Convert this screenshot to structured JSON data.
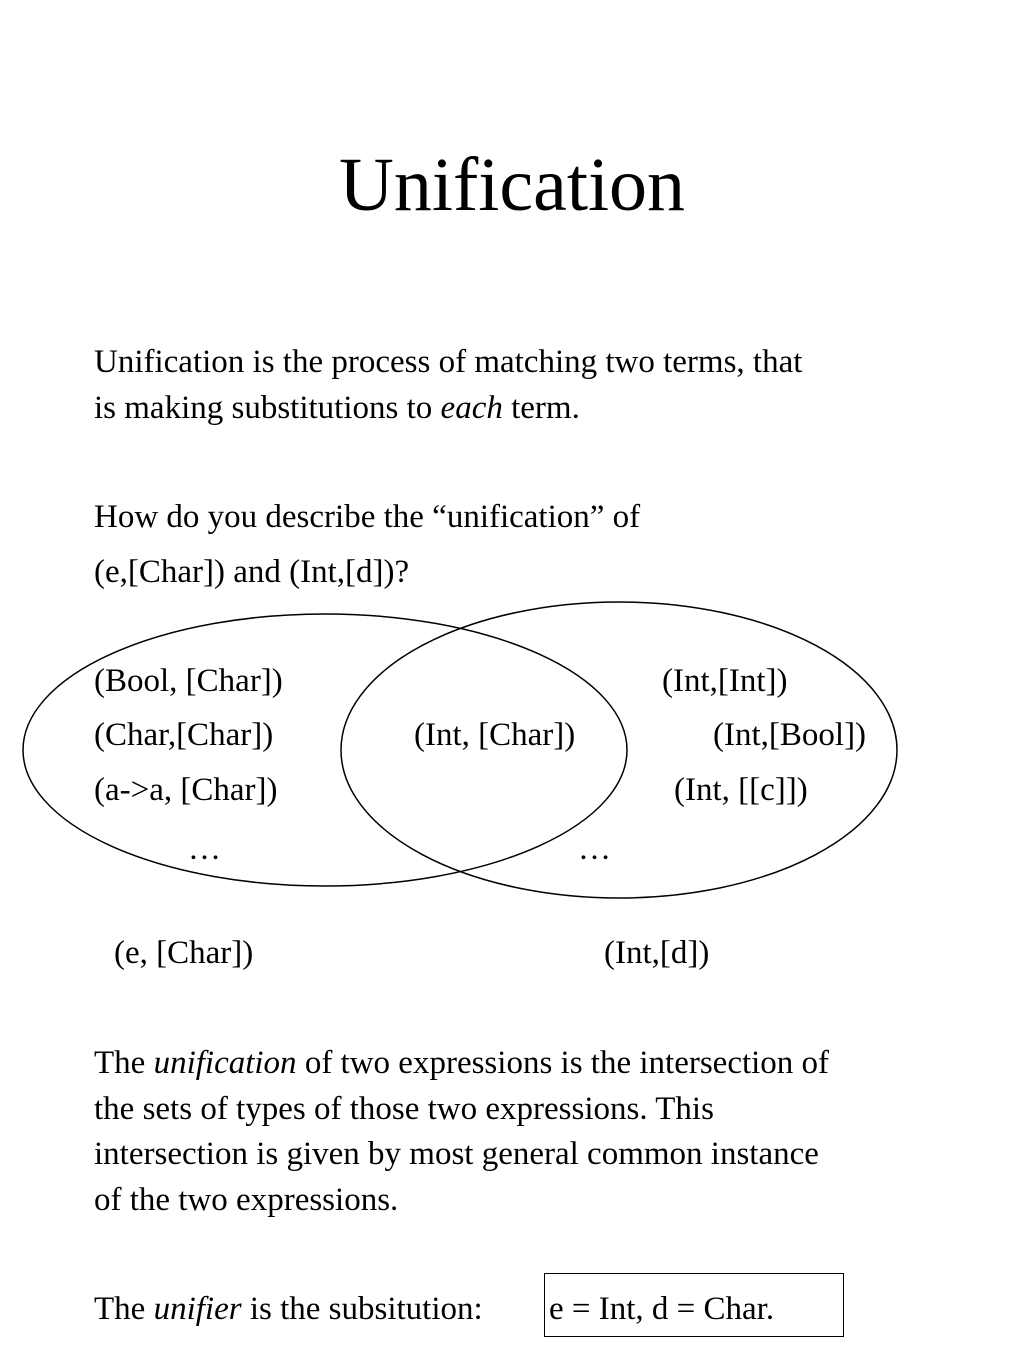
{
  "title": "Unification",
  "intro": {
    "line1": "Unification is the process of matching two terms, that",
    "line2_before": "is making substitutions to ",
    "line2_em": "each",
    "line2_after": " term."
  },
  "question": {
    "line1": "How do you describe the “unification” of",
    "line2": "(e,[Char]) and (Int,[d])?"
  },
  "venn": {
    "left_only": [
      "(Bool, [Char])",
      "(Char,[Char])",
      "(a->a, [Char])",
      "…"
    ],
    "intersection": "(Int, [Char])",
    "right_only": [
      "(Int,[Int])",
      "(Int,[Bool])",
      "(Int, [[c]])",
      "…"
    ],
    "left_label": "(e, [Char])",
    "right_label": "(Int,[d])"
  },
  "definition": {
    "before": "The ",
    "em": "unification",
    "line1_after": " of two expressions is the intersection of",
    "line2": "the sets of types of those two expressions.  This",
    "line3": "intersection is given by  most general common instance",
    "line4": "of the two expressions."
  },
  "unifier": {
    "before": "The ",
    "em": "unifier",
    "after": " is the subsitution:",
    "boxed": "e = Int, d = Char."
  }
}
